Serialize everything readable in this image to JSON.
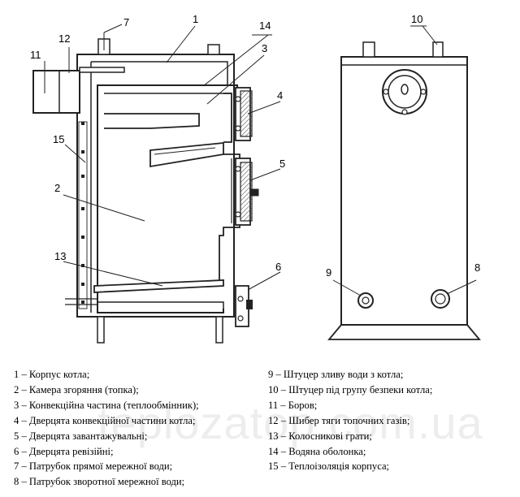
{
  "callouts": {
    "n1": "1",
    "n2": "2",
    "n3": "3",
    "n4": "4",
    "n5": "5",
    "n6": "6",
    "n7": "7",
    "n8": "8",
    "n9": "9",
    "n10": "10",
    "n11": "11",
    "n12": "12",
    "n13": "13",
    "n14": "14",
    "n15": "15"
  },
  "legend": {
    "left": [
      "1 – Корпус котла;",
      "2 – Камера згоряння (топка);",
      "3 – Конвекційна частина (теплообмінник);",
      "4 – Дверцята конвекційної частини котла;",
      "5 – Дверцята завантажувальні;",
      "6 – Дверцята ревізійні;",
      "7 – Патрубок прямої мережної води;",
      "8 – Патрубок зворотної мережної води;"
    ],
    "right": [
      "9 – Штуцер зливу води з котла;",
      "10 – Штуцер під групу безпеки котла;",
      "11 – Боров;",
      "12 – Шибер тяги топочних газів;",
      "13 – Колосникові грати;",
      "14 – Водяна оболонка;",
      "15 – Теплоізоляція корпуса;"
    ]
  },
  "watermark": "teplozatop.com.ua"
}
